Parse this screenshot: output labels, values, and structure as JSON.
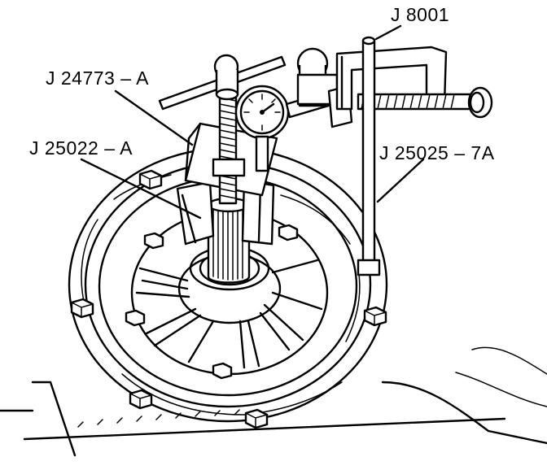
{
  "labels": {
    "j8001": "J 8001",
    "j24773a": "J 24773 – A",
    "j25022a": "J 25022 – A",
    "j25025_7a": "J 25025 – 7A"
  },
  "colors": {
    "ink": "#000000",
    "paper": "#ffffff"
  }
}
